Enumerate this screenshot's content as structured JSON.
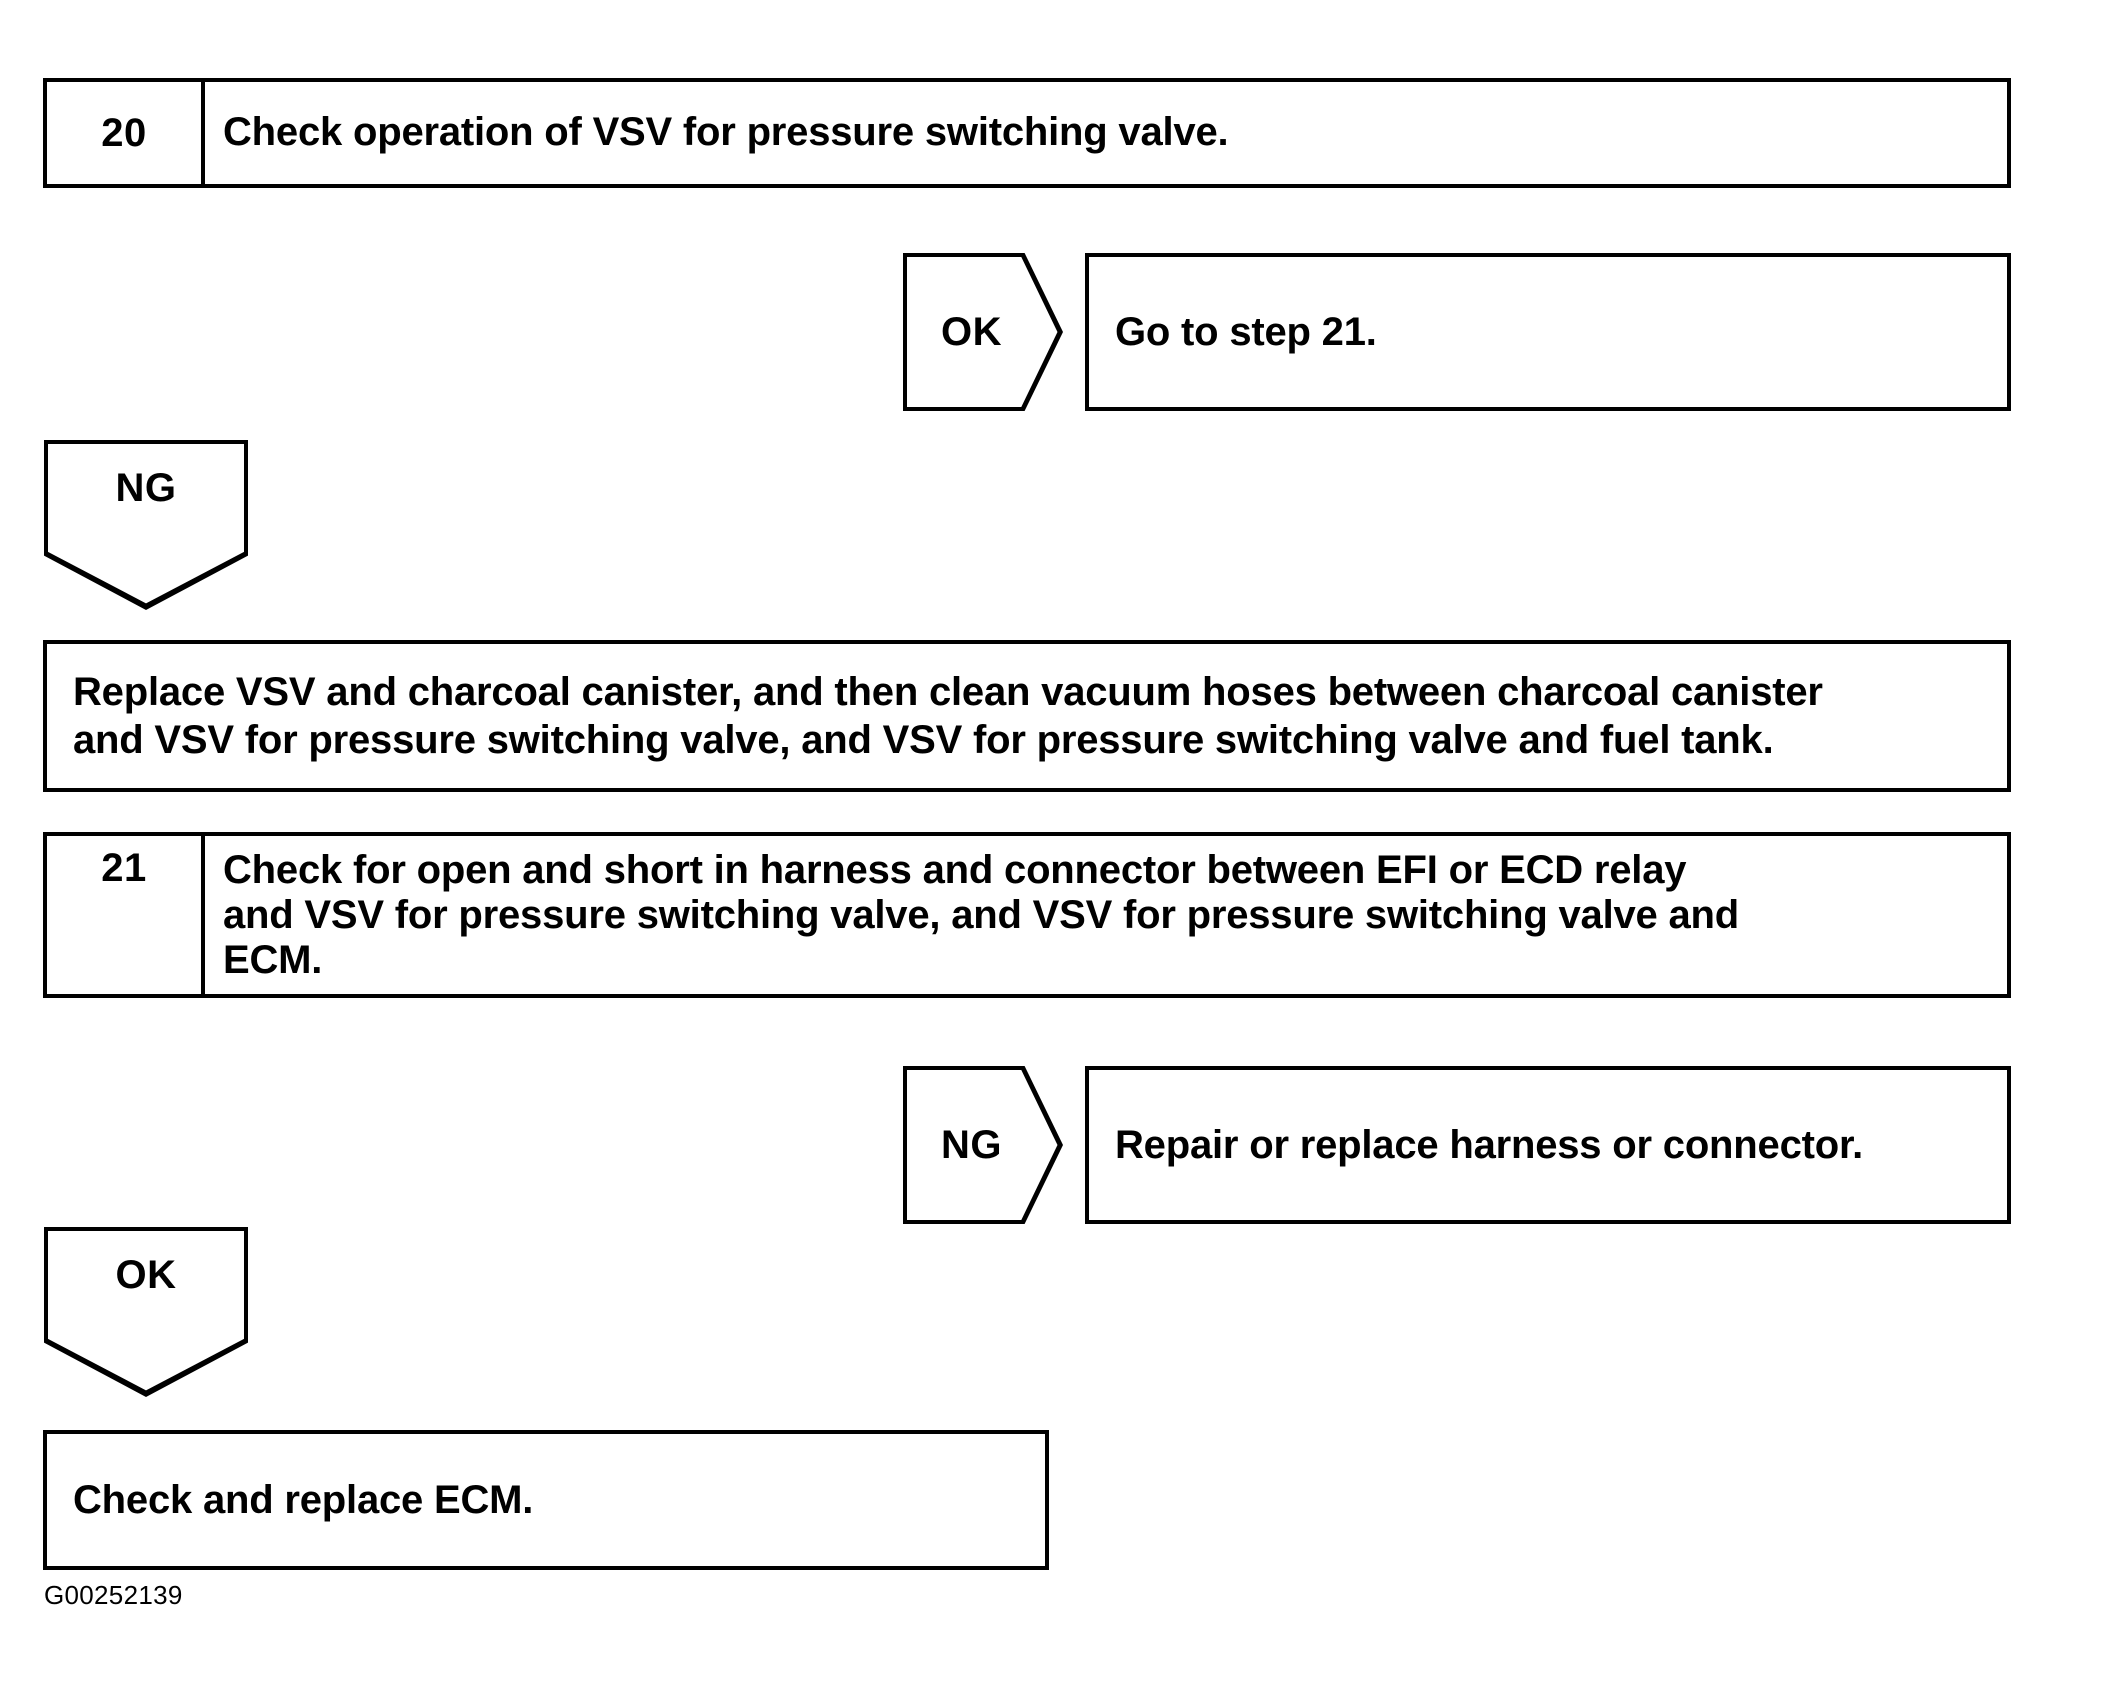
{
  "diagram": {
    "type": "troubleshooting-flowchart",
    "figure_id": "G00252139",
    "steps": [
      {
        "number": "20",
        "text": "Check operation of VSV for pressure switching valve."
      },
      {
        "number": "21",
        "text": "Check for open and short in harness and connector between EFI or ECD relay and VSV for pressure switching valve, and VSV for pressure switching valve and ECM.",
        "line1": "Check for open and short in harness and connector between EFI or ECD relay",
        "line2": "and VSV for pressure switching valve, and VSV for pressure switching valve and",
        "line3": "ECM."
      }
    ],
    "branches": {
      "step20_ok": {
        "label": "OK",
        "result": "Go to step 21."
      },
      "step20_ng": {
        "label": "NG",
        "result": "Replace VSV and charcoal canister, and then clean vacuum hoses between charcoal canister and VSV for pressure switching valve, and VSV for pressure switching valve and fuel tank.",
        "result_line1": "Replace VSV and charcoal canister, and then clean vacuum hoses between charcoal canister",
        "result_line2": "and VSV for pressure switching valve, and VSV for pressure switching valve and fuel tank."
      },
      "step21_ng": {
        "label": "NG",
        "result": "Repair or replace harness or connector."
      },
      "step21_ok": {
        "label": "OK",
        "result": "Check and replace ECM."
      }
    },
    "colors": {
      "stroke": "#000000",
      "fill": "#ffffff",
      "text": "#000000"
    }
  }
}
